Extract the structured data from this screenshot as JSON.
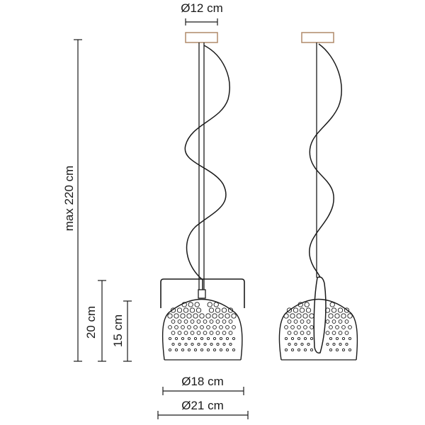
{
  "dimensions": {
    "canopy_diameter": "Ø12 cm",
    "max_height": "max 220 cm",
    "height_with_frame": "20 cm",
    "shade_height": "15 cm",
    "shade_diameter": "Ø18 cm",
    "frame_width": "Ø21 cm"
  },
  "colors": {
    "ink": "#1a1a1a",
    "canopy_stroke": "#b08a6a",
    "background": "#ffffff"
  }
}
